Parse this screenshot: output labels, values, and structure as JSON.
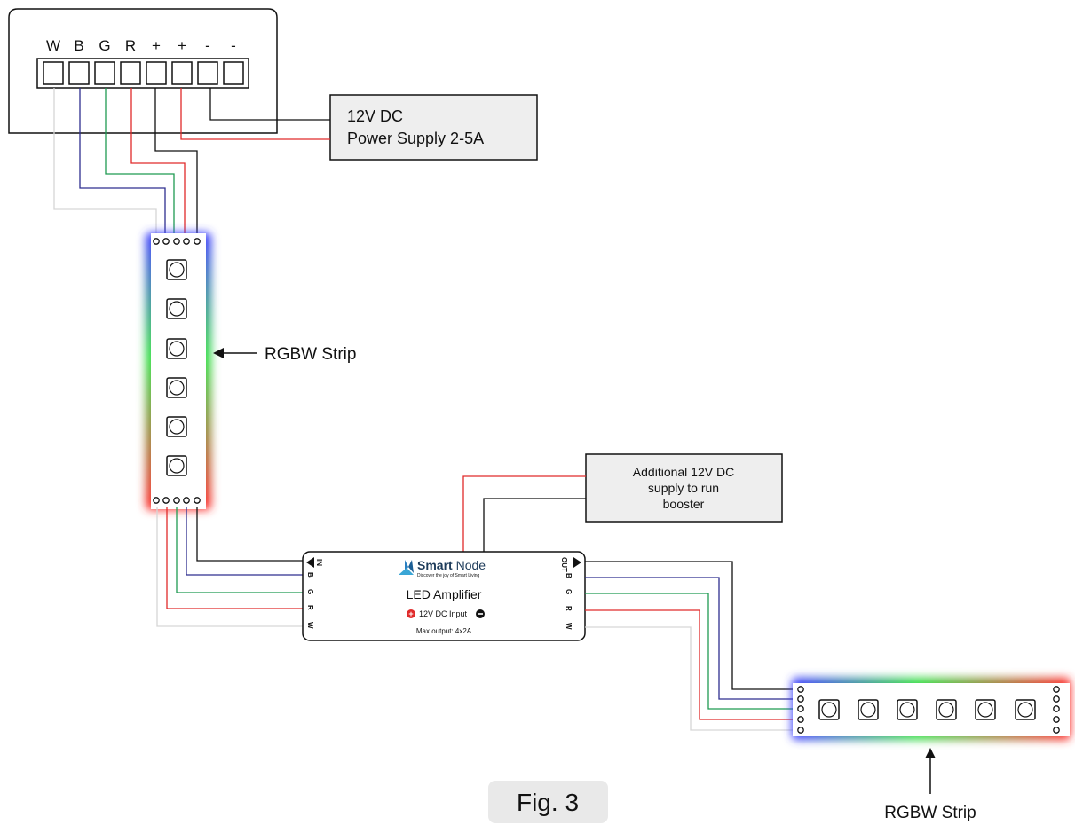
{
  "controller": {
    "terminal_labels": [
      "W",
      "B",
      "G",
      "R",
      "+",
      "+",
      "-",
      "-"
    ]
  },
  "power_supply": {
    "line1": "12V DC",
    "line2": "Power Supply 2-5A"
  },
  "strip_vertical": {
    "label": "RGBW Strip"
  },
  "additional_supply": {
    "line1": "Additional 12V DC",
    "line2": "supply to run",
    "line3": "booster"
  },
  "amplifier": {
    "brand_bold": "Smart",
    "brand_light": " Node",
    "tagline": "Discover the joy of Smart Living",
    "title": "LED Amplifier",
    "input_label": "12V DC Input",
    "max_output": "Max output: 4x2A",
    "in_label": "IN",
    "out_label": "OUT",
    "channel_labels": [
      "B",
      "G",
      "R",
      "W"
    ]
  },
  "strip_horizontal": {
    "label": "RGBW Strip"
  },
  "figure": {
    "caption": "Fig. 3"
  },
  "colors": {
    "white_wire": "#d6d6d6",
    "blue_wire": "#2e2e8f",
    "green_wire": "#1f9a52",
    "red_wire": "#e02a2a",
    "black_wire": "#111111",
    "box_fill": "#eeeeee",
    "caption_fill": "#e9e9e9"
  }
}
